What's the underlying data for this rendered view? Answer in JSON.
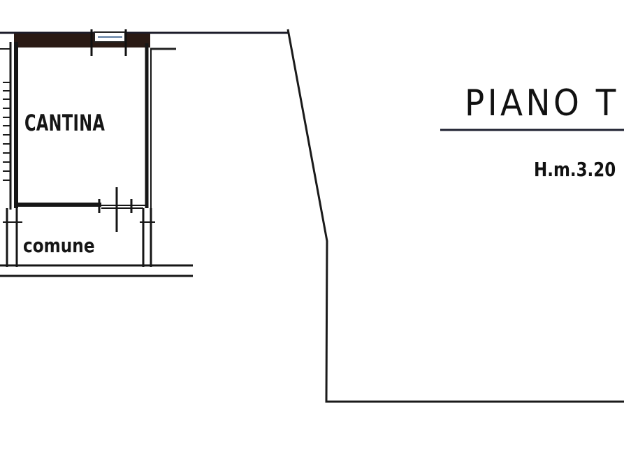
{
  "drawing": {
    "type": "floor-plan",
    "rooms": [
      {
        "id": "cantina",
        "label": "CANTINA"
      },
      {
        "id": "comune",
        "label": "comune"
      }
    ],
    "title": "PIANO T",
    "height_note": "H.m.3.20",
    "colors": {
      "ink": "#161616",
      "wall_fill": "#2a1a14",
      "paper": "#ffffff"
    }
  }
}
